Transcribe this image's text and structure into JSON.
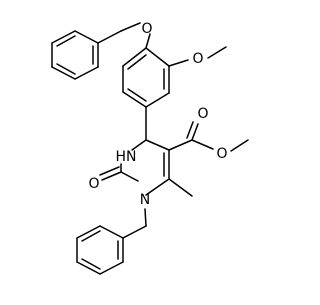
{
  "molecule": {
    "atom_labels": {
      "ether_o1": "O",
      "ether_o2": "O",
      "ester_carbonyl_o": "O",
      "ester_o": "O",
      "urea_carbonyl_o": "O",
      "nh": "HN",
      "n1": "N"
    },
    "colors": {
      "bond": "#000000",
      "label": "#000000",
      "background": "#ffffff"
    }
  }
}
